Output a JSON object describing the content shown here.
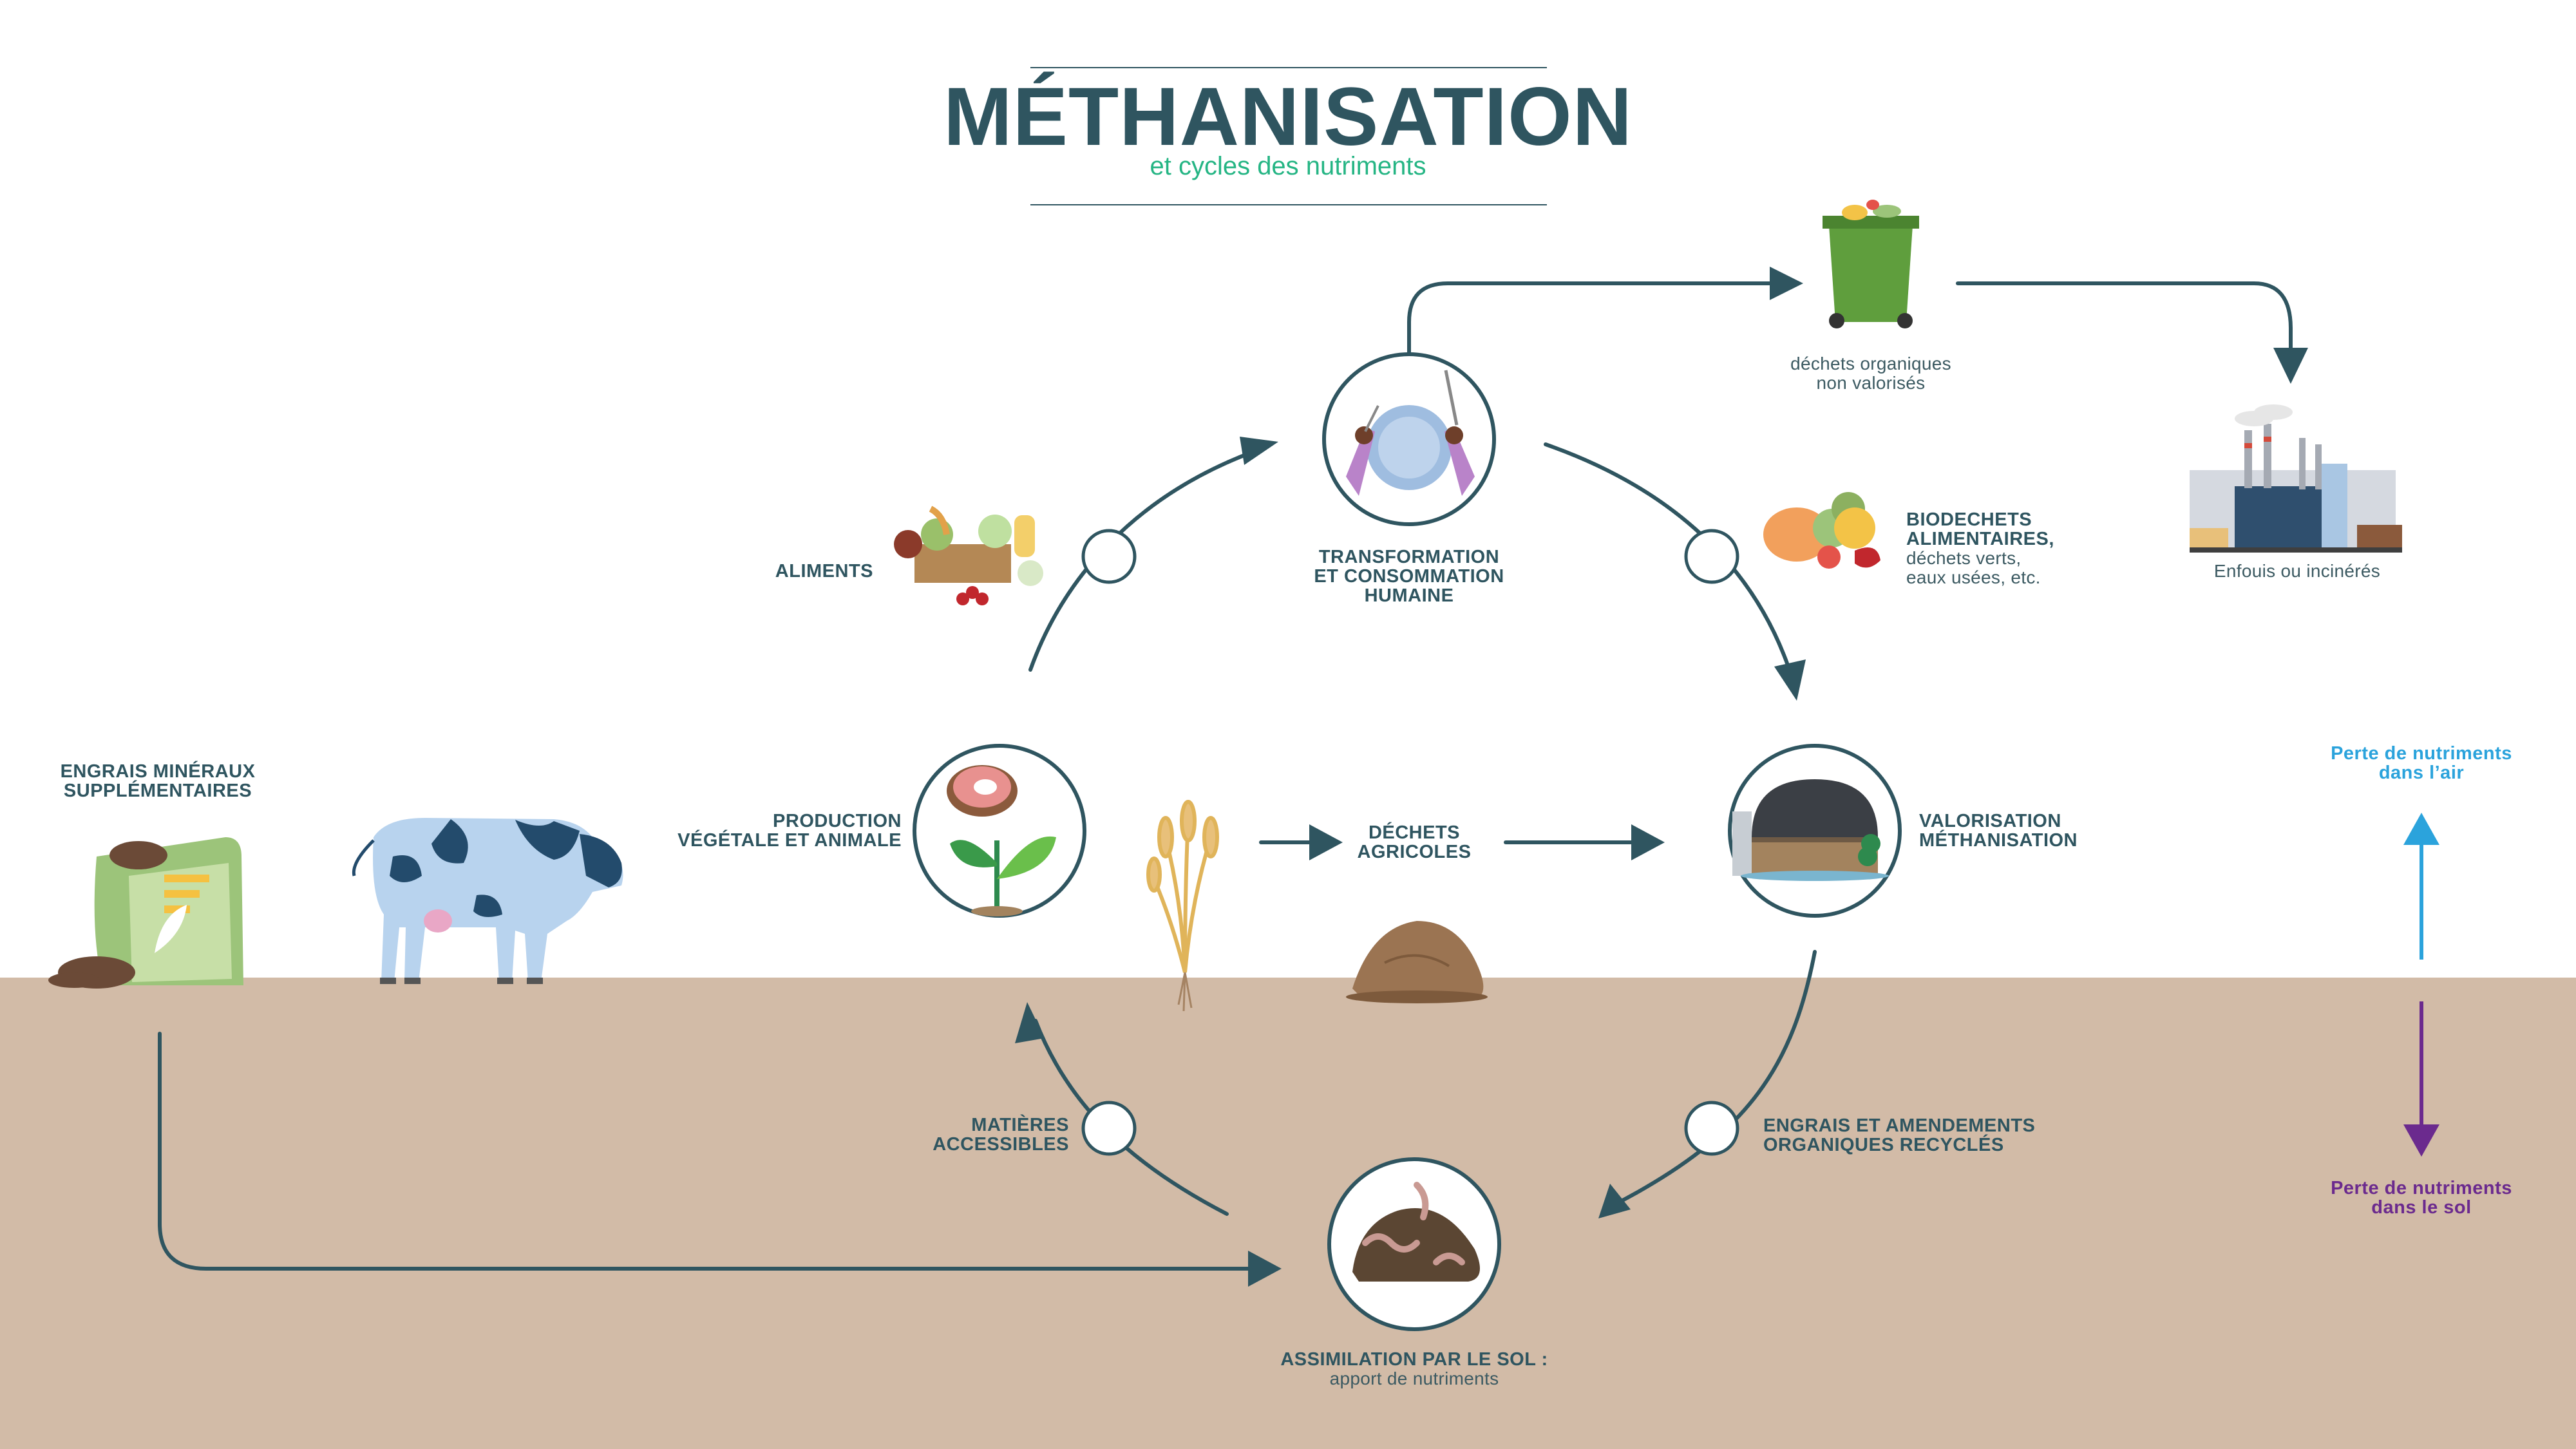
{
  "title": "MÉTHANISATION",
  "subtitle": "et cycles des nutriments",
  "colors": {
    "primary": "#2f5560",
    "accent": "#25b584",
    "soil": "#d2bba7",
    "air_loss": "#2ba3dc",
    "soil_loss": "#6b2a8e"
  },
  "labels": {
    "engrais_mineraux": [
      "ENGRAIS MINÉRAUX",
      "SUPPLÉMENTAIRES"
    ],
    "production": [
      "PRODUCTION",
      "VÉGÉTALE ET ANIMALE"
    ],
    "aliments": "ALIMENTS",
    "transformation": [
      "TRANSFORMATION",
      "ET CONSOMMATION",
      "HUMAINE"
    ],
    "dechets_non_valorises": [
      "déchets organiques",
      "non valorisés"
    ],
    "enfouis": "Enfouis ou incinérés",
    "biodechets_bold": [
      "BIODECHETS",
      "ALIMENTAIRES,"
    ],
    "biodechets_sub": [
      "déchets verts,",
      "eaux usées, etc."
    ],
    "dechets_agricoles": [
      "DÉCHETS",
      "AGRICOLES"
    ],
    "valorisation": [
      "VALORISATION",
      "MÉTHANISATION"
    ],
    "perte_air": [
      "Perte de nutriments",
      "dans l’air"
    ],
    "perte_sol": [
      "Perte de nutriments",
      "dans le sol"
    ],
    "matieres": [
      "MATIÈRES",
      "ACCESSIBLES"
    ],
    "engrais_recycles": [
      "ENGRAIS ET AMENDEMENTS",
      "ORGANIQUES RECYCLÉS"
    ],
    "assimilation_bold": "ASSIMILATION PAR LE SOL :",
    "assimilation_sub": "apport de nutriments"
  },
  "icons": [
    "fertilizer-bag-icon",
    "cow-icon",
    "meat-and-sprout-icon",
    "food-basket-icon",
    "plate-and-cutlery-icon",
    "green-bin-icon",
    "incinerator-factory-icon",
    "fruit-waste-icon",
    "wheat-icon",
    "manure-pile-icon",
    "methanizer-dome-icon",
    "soil-worms-icon"
  ]
}
